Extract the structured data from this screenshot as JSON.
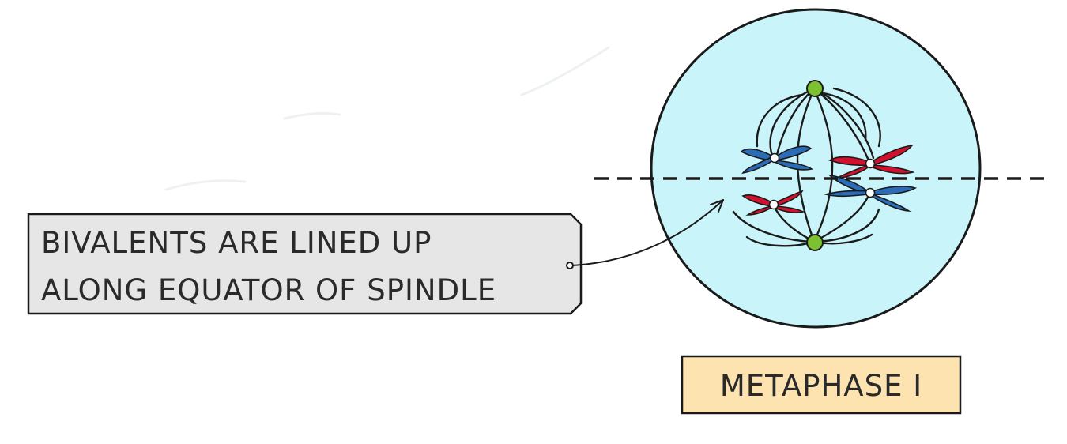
{
  "annotation": {
    "line1": "BIVALENTS ARE LINED UP",
    "line2": "ALONG EQUATOR OF SPINDLE"
  },
  "stage_label": "METAPHASE I",
  "colors": {
    "cell_fill": "#c9f4fa",
    "outline": "#1a1a1a",
    "centrosome": "#7cc12f",
    "maternal_chromosome": "#2b6cb8",
    "paternal_chromosome": "#d0122e",
    "annotation_box": "#e6e6e6",
    "stage_box": "#fde3b0"
  }
}
